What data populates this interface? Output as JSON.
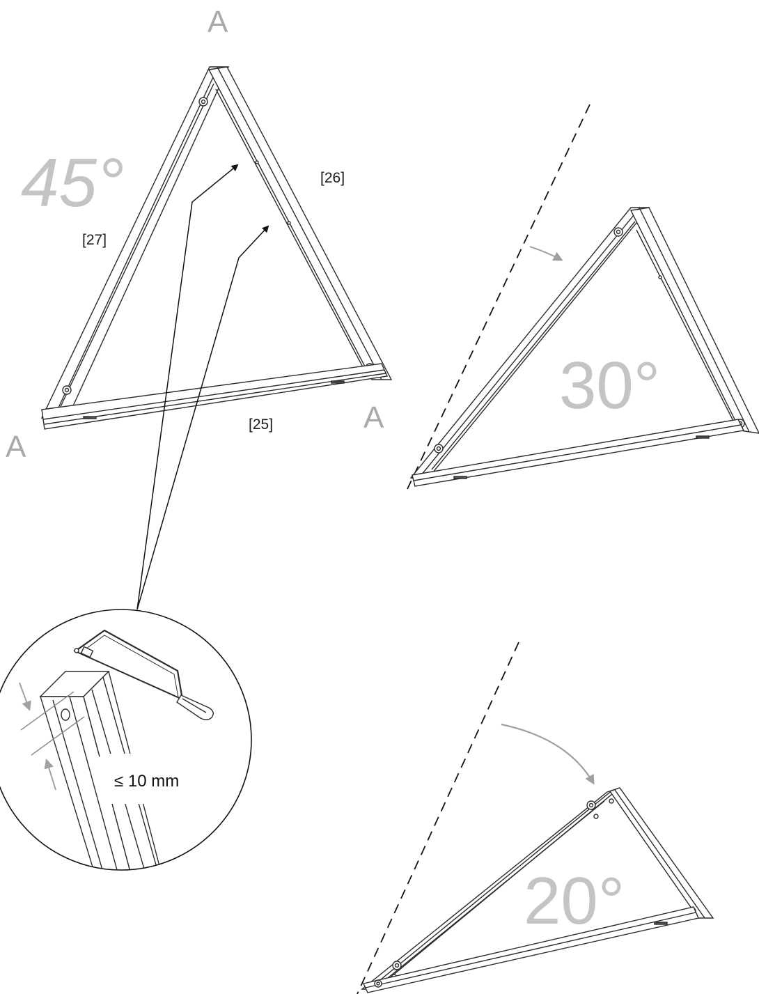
{
  "colors": {
    "line": "#2b2b2b",
    "label_gray": "#c4c4c4",
    "arrow_gray": "#a0a0a0",
    "marker_gray": "#a9a9a9",
    "fill": "#ffffff"
  },
  "frame_45": {
    "angle_label": "45°",
    "corner_labels": [
      "A",
      "A",
      "A"
    ],
    "parts": {
      "left": "[27]",
      "right": "[26]",
      "bottom": "[25]"
    }
  },
  "frame_30": {
    "angle_label": "30°"
  },
  "frame_20": {
    "angle_label": "20°"
  },
  "detail": {
    "tool_icon": "hacksaw-icon",
    "dimension_label": "≤ 10 mm"
  }
}
